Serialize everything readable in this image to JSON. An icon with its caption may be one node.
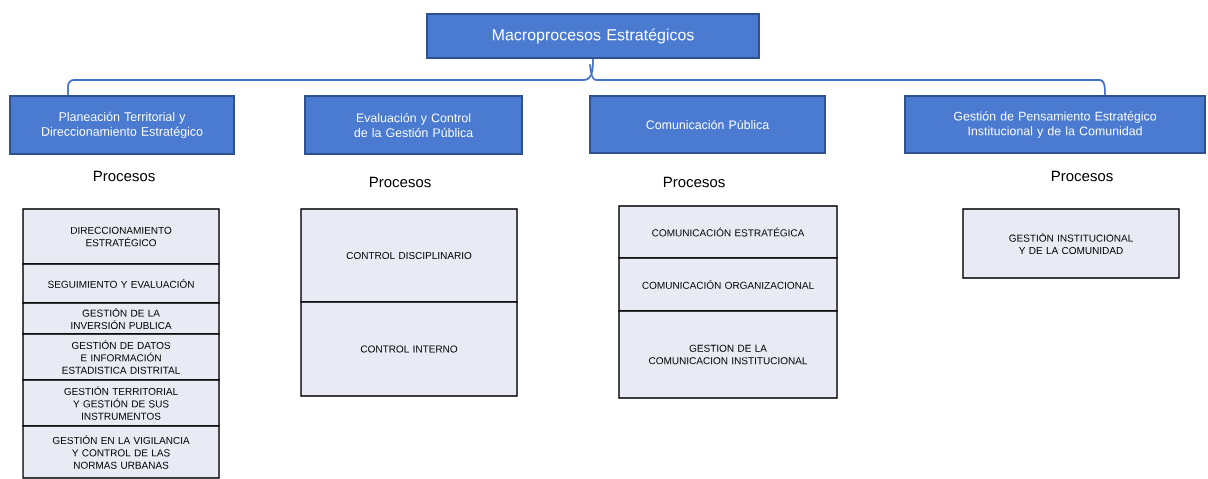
{
  "diagram": {
    "nodes": [
      {
        "text": [
          "Macroprocesos Estratégicos"
        ]
      },
      {
        "text": [
          "Planeación Territorial y Direccionamiento Estratégico"
        ],
        "beside": [
          "Procesos"
        ]
      },
      {
        "text": [
          "Evaluación y Control de la Gestión Pública"
        ],
        "beside": [
          "Procesos"
        ]
      },
      {
        "text": [
          "Comunicación Pública"
        ],
        "beside": [
          "Procesos"
        ]
      },
      {
        "text": [
          "Gestión de Pensamiento Estratégico Institucional y de la Comunidad"
        ],
        "beside": [
          "Procesos"
        ]
      },
      {
        "text": [
          "DIRECCIONAMIENTO ESTRATÉGICO"
        ]
      },
      {
        "text": [
          "SEGUIMIENTO Y EVALUACIÓN"
        ]
      },
      {
        "text": [
          "GESTIÓN DE LA INVERSIÓN PUBLICA"
        ]
      },
      {
        "text": [
          "GESTIÓN DE DATOS E INFORMACIÓN ESTADISTICA DISTRITAL"
        ]
      },
      {
        "text": [
          "GESTIÓN TERRITORIAL Y GESTIÓN DE SUS INSTRUMENTOS"
        ]
      },
      {
        "text": [
          "GESTIÓN EN LA VIGILANCIA Y CONTROL DE LAS NORMAS URBANAS"
        ]
      },
      {
        "text": [
          "CONTROL DISCIPLINARIO"
        ]
      },
      {
        "text": [
          "CONTROL INTERNO"
        ]
      },
      {
        "text": [
          "COMUNICACIÓN ESTRATÉGICA"
        ]
      },
      {
        "text": [
          "COMUNICACIÓN ORGANIZACIONAL"
        ]
      },
      {
        "text": [
          "GESTION DE LA COMUNICACION INSTITUCIONAL"
        ]
      },
      {
        "text": [
          "GESTIÓN INSTITUCIONAL Y  DE LA COMUNIDAD"
        ]
      }
    ],
    "edges": [
      {
        "from": 0,
        "to": 1,
        "arrow": "none"
      },
      {
        "from": 0,
        "to": 4,
        "arrow": "none"
      }
    ]
  }
}
